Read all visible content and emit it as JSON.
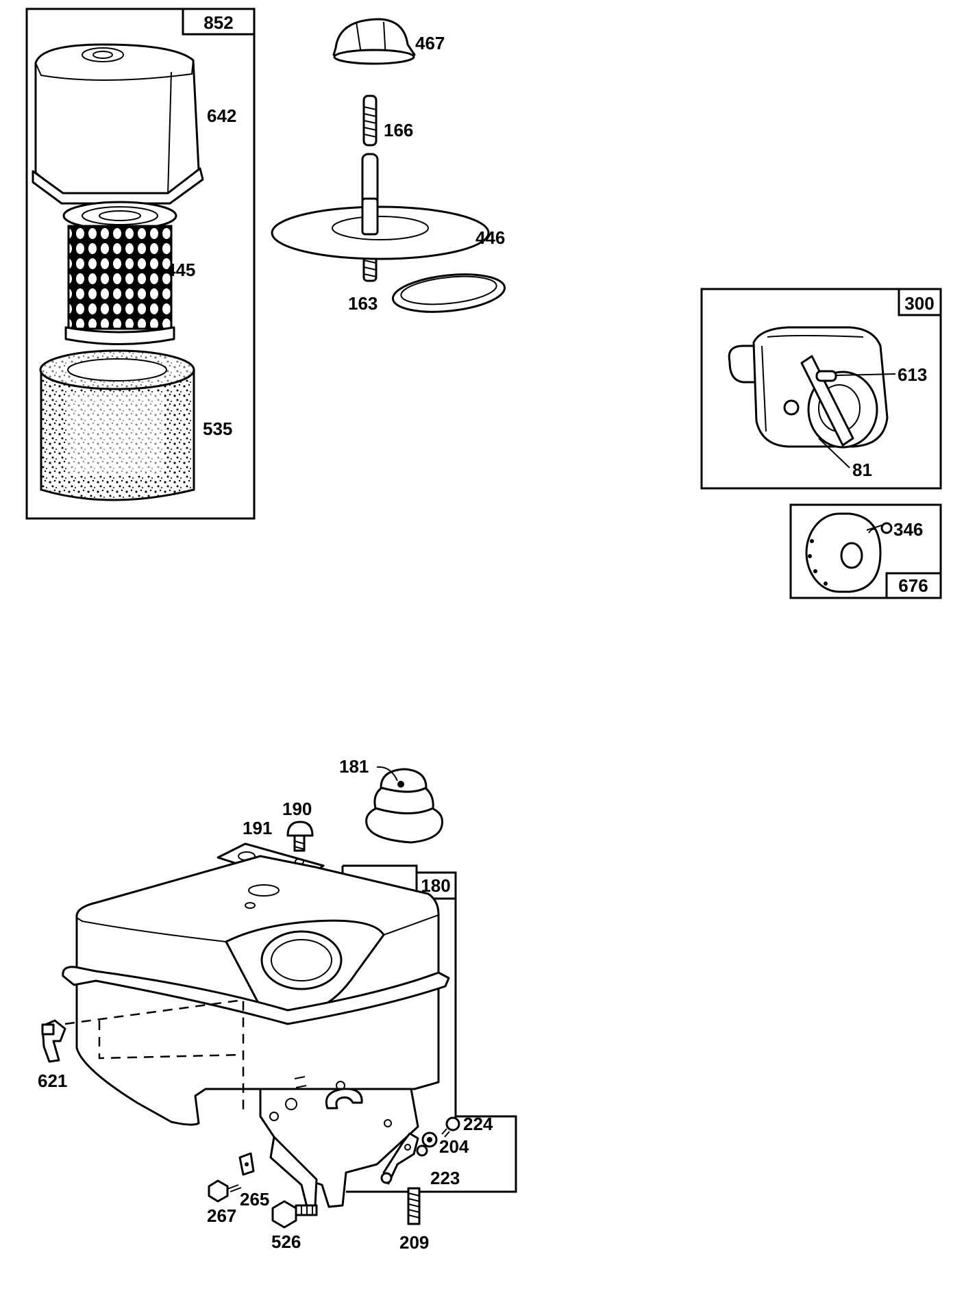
{
  "groups": {
    "air_cleaner": "852",
    "muffler": "300",
    "muffler_guard": "676",
    "fuel_tank": "180"
  },
  "parts": {
    "p467": "467",
    "p642": "642",
    "p166": "166",
    "p446": "446",
    "p445": "445",
    "p163": "163",
    "p535": "535",
    "p613": "613",
    "p81": "81",
    "p346": "346",
    "p181": "181",
    "p190": "190",
    "p191": "191",
    "p621": "621",
    "p224": "224",
    "p204": "204",
    "p223": "223",
    "p265": "265",
    "p267": "267",
    "p526": "526",
    "p209": "209"
  }
}
